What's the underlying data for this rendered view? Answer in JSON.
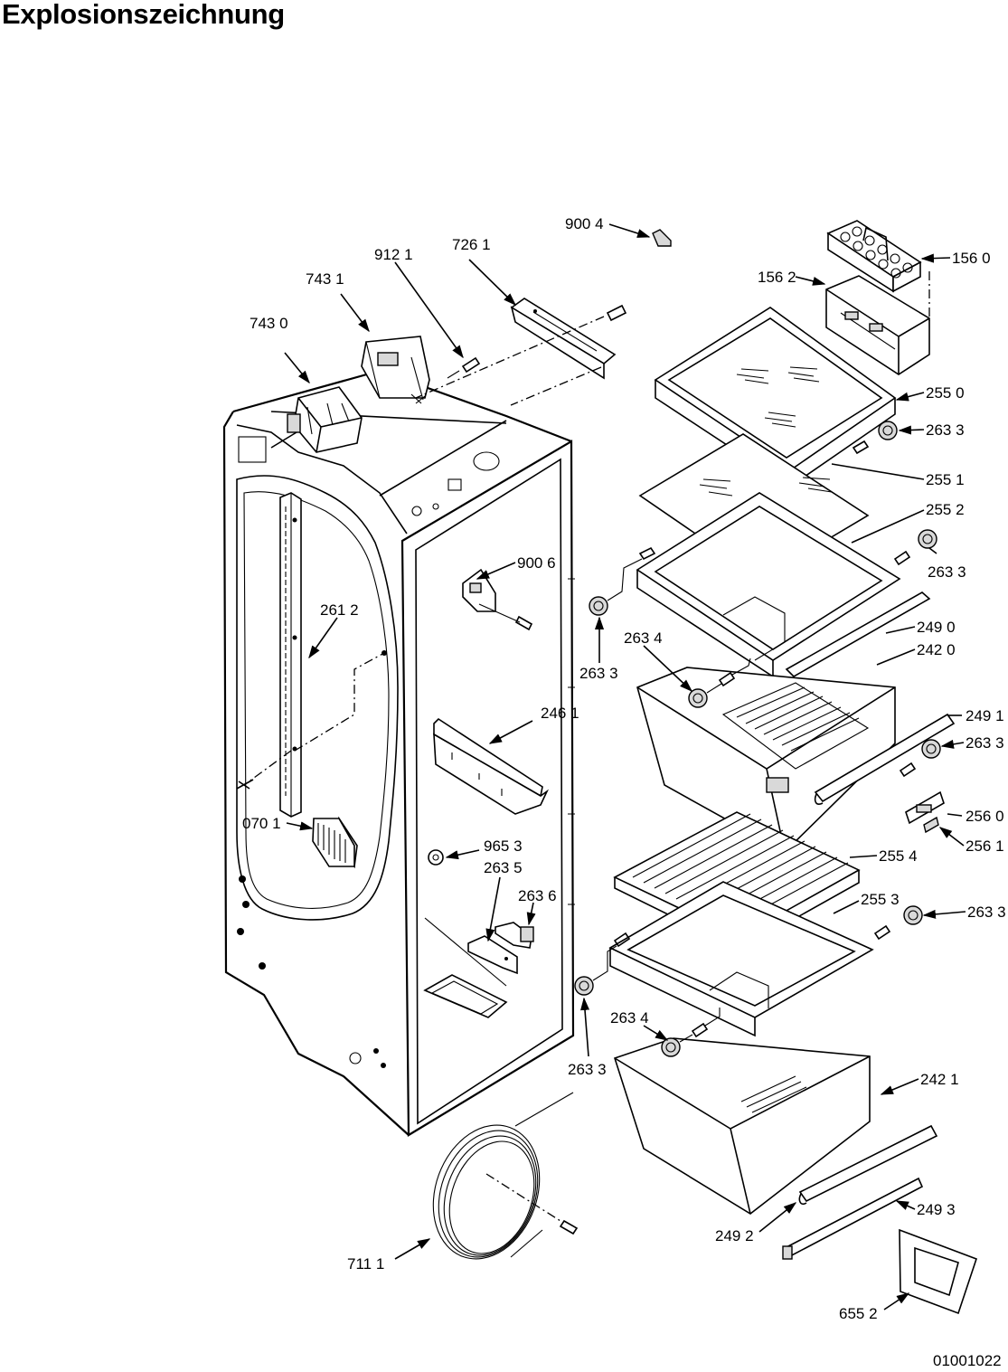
{
  "title": "Explosionszeichnung",
  "document_number": "01001022",
  "callouts": {
    "c7430": "743 0",
    "c7431": "743 1",
    "c9121": "912 1",
    "c7261": "726 1",
    "c9004": "900 4",
    "c1562": "156 2",
    "c1560": "156 0",
    "c2550": "255 0",
    "c2633a": "263 3",
    "c2551": "255 1",
    "c2552": "255 2",
    "c2633b": "263 3",
    "c9006": "900 6",
    "c2612": "261 2",
    "c2633c": "263 3",
    "c2634a": "263 4",
    "c2490": "249 0",
    "c2420": "242 0",
    "c2461": "246 1",
    "c2491": "249 1",
    "c2633d": "263 3",
    "c2560": "256 0",
    "c2561": "256 1",
    "c0701": "070 1",
    "c9653": "965 3",
    "c2635": "263 5",
    "c2554": "255 4",
    "c2636": "263 6",
    "c2553": "255 3",
    "c2633e": "263 3",
    "c2634b": "263 4",
    "c2633f": "263 3",
    "c2421": "242 1",
    "c2493": "249 3",
    "c2492": "249 2",
    "c7111": "711 1",
    "c6552": "655 2"
  }
}
